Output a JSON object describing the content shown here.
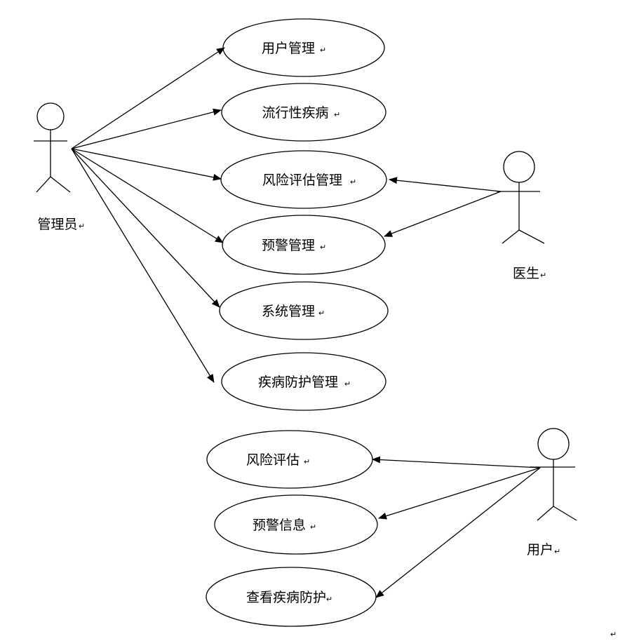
{
  "actors": {
    "admin": {
      "label": "管理员"
    },
    "doctor": {
      "label": "医生"
    },
    "user": {
      "label": "用户"
    }
  },
  "use_cases": {
    "user_mgmt": "用户管理",
    "epidemic": "流行性疾病",
    "risk_mgmt": "风险评估管理",
    "warning_mgmt": "预警管理",
    "system_mgmt": "系统管理",
    "prevention_mgmt": "疾病防护管理",
    "risk_assess": "风险评估",
    "warning_info": "预警信息",
    "view_prevention": "查看疾病防护"
  },
  "paragraph_mark": "↵",
  "colors": {
    "line": "#000000",
    "background": "#ffffff"
  }
}
